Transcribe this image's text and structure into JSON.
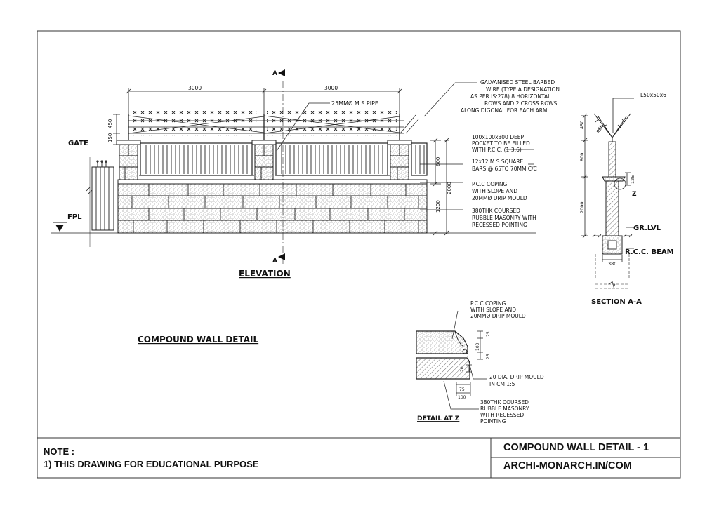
{
  "sheet_title": "COMPOUND WALL DETAIL",
  "elevation": {
    "title": "ELEVATION",
    "section_mark": "A",
    "gate_label": "GATE",
    "fpl_label": "FPL",
    "dim_span_1": "3000",
    "dim_span_2": "3000",
    "dim_450": "450",
    "dim_150": "150",
    "dim_600": "600",
    "dim_1200": "1200",
    "dim_2000": "2000",
    "pipe_note": "25MMØ M.S.PIPE",
    "notes": {
      "barbed_wire": [
        "GALVANISED STEEL BARBED",
        "WIRE (TYPE A DESIGNATION",
        "AS PER IS:278) 8 HORIZONTAL",
        "ROWS AND 2 CROSS ROWS",
        "ALONG DIGONAL FOR EACH ARM"
      ],
      "pocket": [
        "100x100x300 DEEP",
        "POCKET TO BE FILLED",
        "WITH P.C.C. (1:3:6)"
      ],
      "bars": [
        "12x12 M.S SQUARE",
        "BARS @ 65TO 70MM C/C"
      ],
      "coping": [
        "P.C.C COPING",
        "WITH SLOPE AND",
        "20MMØ DRIP MOULD"
      ],
      "masonry": [
        "380THK COURSED",
        "RUBBLE MASONRY WITH",
        "RECESSED POINTING"
      ]
    }
  },
  "section": {
    "title": "SECTION A-A",
    "angle_label": "L50x50x6",
    "dim_450": "450",
    "dim_45deg": "45°",
    "dim_800": "800",
    "dim_125": "125",
    "dim_2000": "2000",
    "dim_380": "380",
    "z_mark": "Z",
    "gr_lvl": "GR.LVL",
    "beam": "R.C.C. BEAM"
  },
  "detail_z": {
    "title": "DETAIL AT Z",
    "coping_note": [
      "P.C.C COPING",
      "WITH SLOPE AND",
      "20MMØ DRIP MOULD"
    ],
    "drip_note": [
      "20 DIA. DRIP MOULD",
      "IN CM 1:5"
    ],
    "masonry_note": [
      "380THK COURSED",
      "RUBBLE MASONRY",
      "WITH RECESSED",
      "POINTING"
    ],
    "dim_25a": "25",
    "dim_100": "100",
    "dim_25b": "25",
    "dim_20": "20",
    "dim_75": "75",
    "dim_100b": "100"
  },
  "title_block": {
    "note_title": "NOTE :",
    "note_line": "1) THIS DRAWING FOR EDUCATIONAL PURPOSE",
    "title": "COMPOUND WALL DETAIL - 1",
    "site": "ARCHI-MONARCH.IN/COM"
  }
}
